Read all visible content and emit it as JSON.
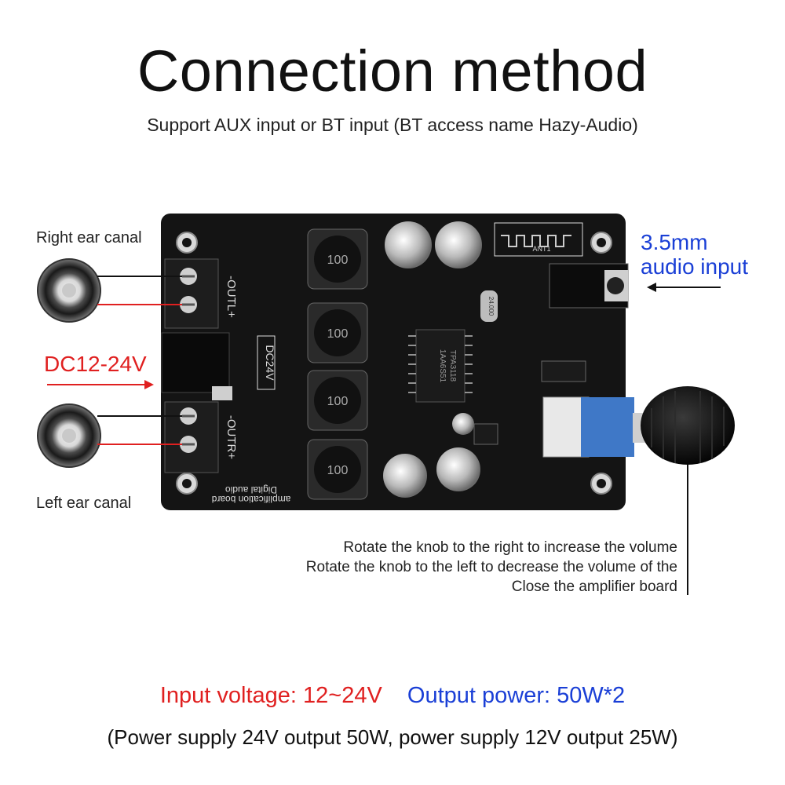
{
  "title": "Connection method",
  "subtitle": "Support AUX input or BT input (BT access name Hazy-Audio)",
  "labels": {
    "right_ear": "Right ear canal",
    "left_ear": "Left ear canal",
    "dc_input": "DC12-24V",
    "audio_input_line1": "3.5mm",
    "audio_input_line2": "audio input"
  },
  "knob_notes": [
    "Rotate the knob to the right to increase the volume",
    "Rotate the knob to the left to decrease the volume of the",
    "Close the amplifier board"
  ],
  "board": {
    "out_left_label": "-OUTL+",
    "out_right_label": "-OUTR+",
    "dc_silk": "DC24V",
    "board_text_line1": "Digital audio",
    "board_text_line2": "amplification board",
    "chip_text_line1": "1AA6S51",
    "chip_text_line2": "TPA3118",
    "inductor_text": "100",
    "crystal_text": "24.000",
    "antenna_text": "ANT1"
  },
  "specs": {
    "input_voltage": "Input voltage: 12~24V",
    "output_power": "Output power: 50W*2"
  },
  "footnote": "(Power supply 24V output 50W, power supply 12V output 25W)",
  "colors": {
    "red": "#e02020",
    "blue": "#1a3fd6",
    "pcb": "#141414"
  }
}
